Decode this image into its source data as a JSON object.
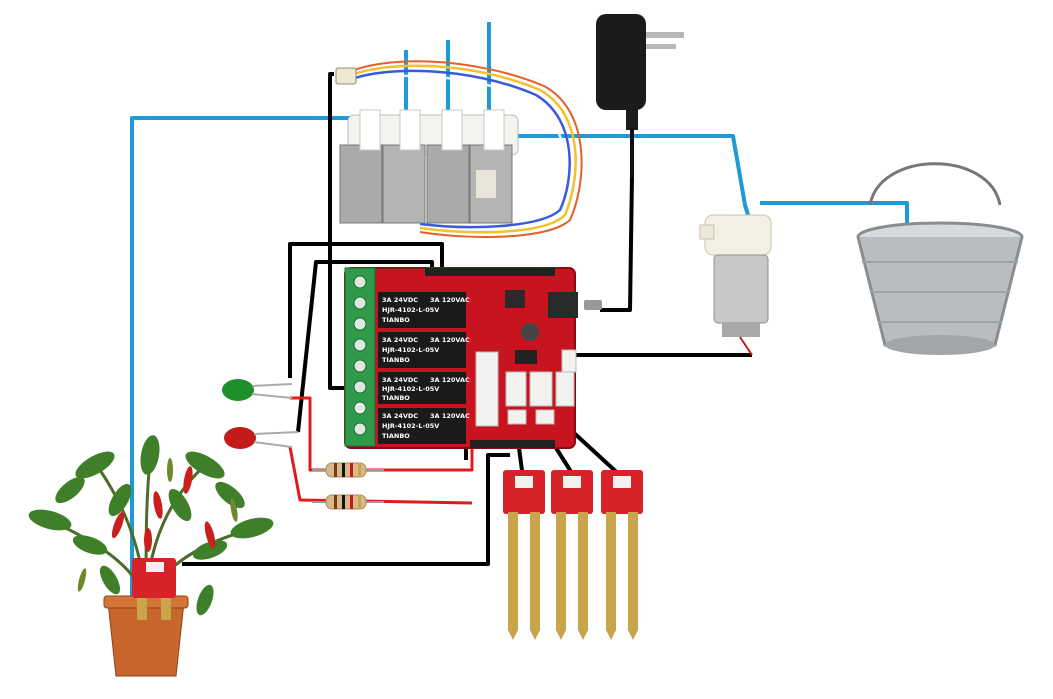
{
  "relay_board": {
    "relays": [
      {
        "brand": "TIANBO",
        "model": "HJR-4102-L-05V",
        "rating_1": "3A 120VAC",
        "rating_2": "3A 24VDC"
      },
      {
        "brand": "TIANBO",
        "model": "HJR-4102-L-05V",
        "rating_1": "3A 120VAC",
        "rating_2": "3A 24VDC"
      },
      {
        "brand": "TIANBO",
        "model": "HJR-4102-L-05V",
        "rating_1": "3A 120VAC",
        "rating_2": "3A 24VDC"
      },
      {
        "brand": "TIANBO",
        "model": "HJR-4102-L-05V",
        "rating_1": "3A 120VAC",
        "rating_2": "3A 24VDC"
      }
    ]
  },
  "colors": {
    "water_tube": "#1e9ad6",
    "wire_black": "#000000",
    "wire_red": "#e01b1b",
    "board_red": "#c8141e",
    "terminal_green": "#2f9a4a",
    "sensor_red": "#d8222a",
    "probe_gold": "#c9a44a",
    "pot_terracotta": "#c8662e",
    "bucket_silver": "#b9bcbf",
    "led_green": "#1e8f2a",
    "led_red": "#c41a1a"
  },
  "icons": [
    "power-adapter-icon",
    "water-pump-icon",
    "solenoid-valve-icon",
    "bucket-icon",
    "plant-icon",
    "moisture-sensor-icon",
    "led-icon",
    "resistor-icon",
    "relay-shield-icon"
  ]
}
